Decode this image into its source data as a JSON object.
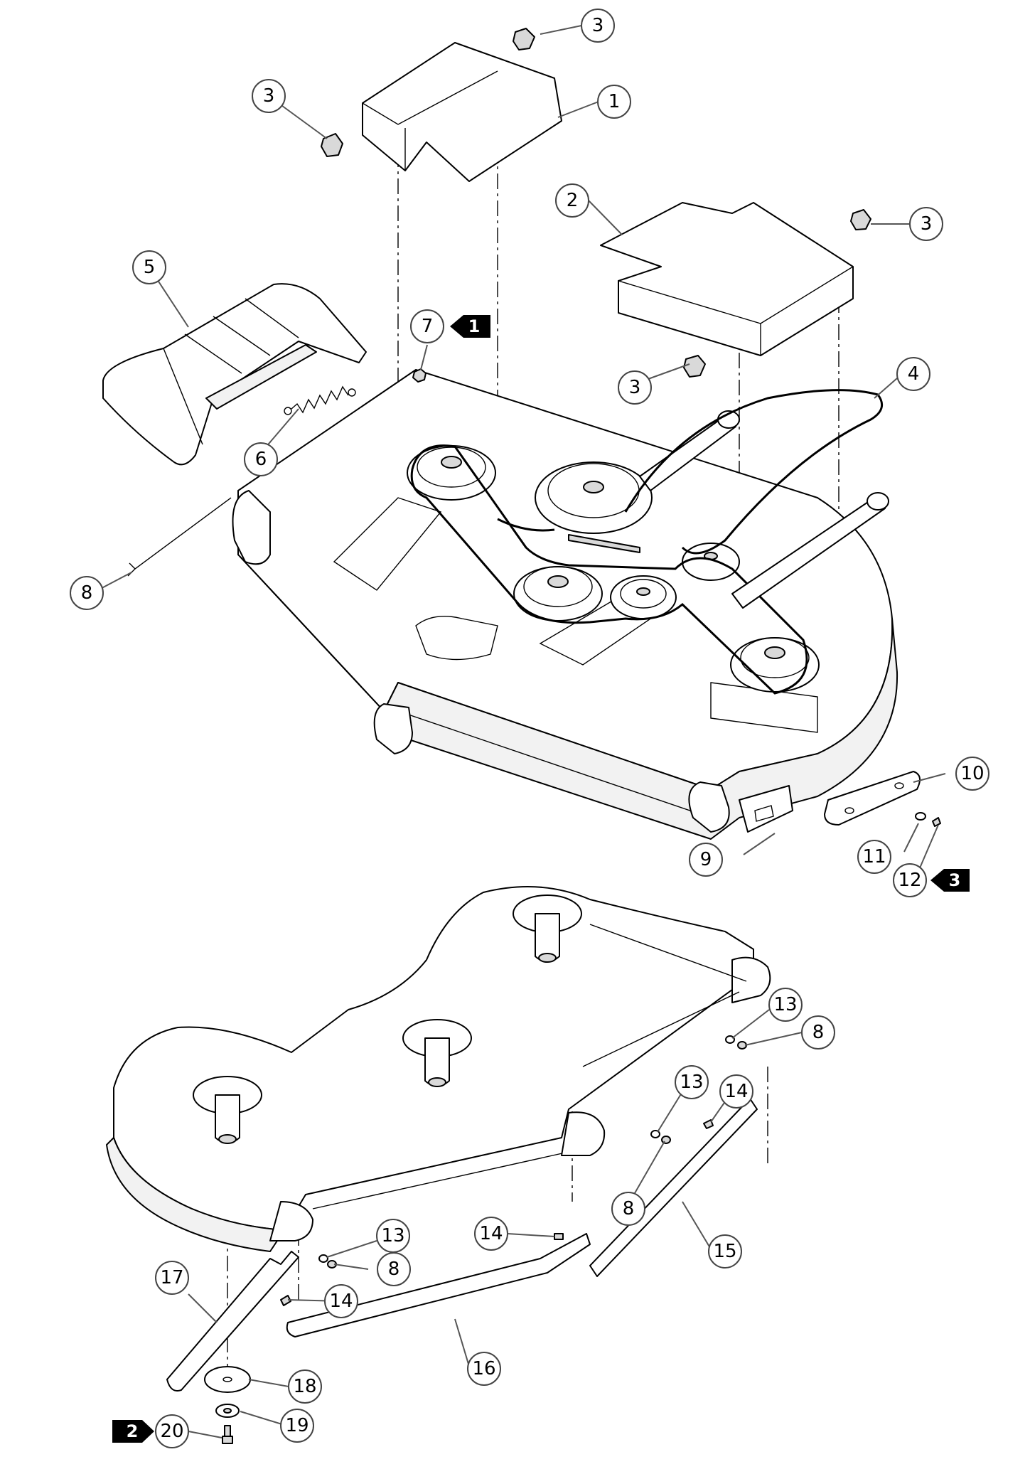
{
  "callouts": [
    {
      "id": "c1",
      "label": "1"
    },
    {
      "id": "c2",
      "label": "2"
    },
    {
      "id": "c3a",
      "label": "3"
    },
    {
      "id": "c3b",
      "label": "3"
    },
    {
      "id": "c3c",
      "label": "3"
    },
    {
      "id": "c3d",
      "label": "3"
    },
    {
      "id": "c4",
      "label": "4"
    },
    {
      "id": "c5",
      "label": "5"
    },
    {
      "id": "c6",
      "label": "6"
    },
    {
      "id": "c7",
      "label": "7"
    },
    {
      "id": "c8a",
      "label": "8"
    },
    {
      "id": "c8b",
      "label": "8"
    },
    {
      "id": "c8c",
      "label": "8"
    },
    {
      "id": "c8d",
      "label": "8"
    },
    {
      "id": "c9",
      "label": "9"
    },
    {
      "id": "c10",
      "label": "10"
    },
    {
      "id": "c11",
      "label": "11"
    },
    {
      "id": "c12",
      "label": "12"
    },
    {
      "id": "c13a",
      "label": "13"
    },
    {
      "id": "c13b",
      "label": "13"
    },
    {
      "id": "c13c",
      "label": "13"
    },
    {
      "id": "c14a",
      "label": "14"
    },
    {
      "id": "c14b",
      "label": "14"
    },
    {
      "id": "c14c",
      "label": "14"
    },
    {
      "id": "c15",
      "label": "15"
    },
    {
      "id": "c16",
      "label": "16"
    },
    {
      "id": "c17",
      "label": "17"
    },
    {
      "id": "c18",
      "label": "18"
    },
    {
      "id": "c19",
      "label": "19"
    },
    {
      "id": "c20",
      "label": "20"
    }
  ],
  "reference_tags": [
    {
      "id": "r1",
      "label": "1"
    },
    {
      "id": "r3",
      "label": "3"
    },
    {
      "id": "r2",
      "label": "2"
    }
  ]
}
